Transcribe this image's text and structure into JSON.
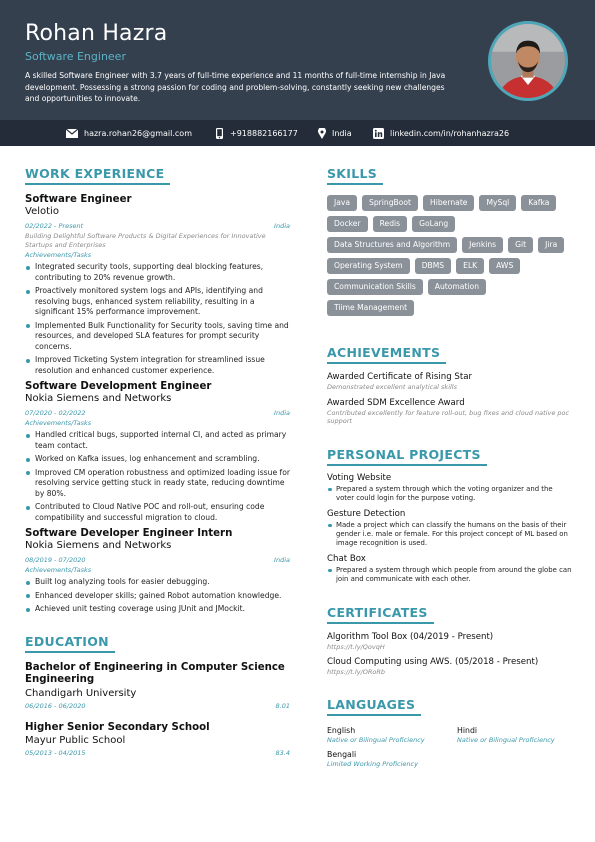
{
  "header": {
    "name": "Rohan Hazra",
    "role": "Software Engineer",
    "summary": "A skilled Software Engineer with 3.7 years of full-time experience and 11 months of full-time internship in Java development. Possessing a strong passion for coding and problem-solving, constantly seeking new challenges and opportunities to innovate."
  },
  "contact": {
    "email": "hazra.rohan26@gmail.com",
    "phone": "+918882166177",
    "location": "India",
    "linkedin": "linkedin.com/in/rohanhazra26"
  },
  "sections": {
    "work": "WORK EXPERIENCE",
    "education": "EDUCATION",
    "skills": "SKILLS",
    "achievements": "ACHIEVEMENTS",
    "projects": "PERSONAL PROJECTS",
    "certificates": "CERTIFICATES",
    "languages": "LANGUAGES"
  },
  "work": [
    {
      "title": "Software Engineer",
      "company": "Velotio",
      "dates": "02/2022 - Present",
      "location": "India",
      "description": "Building Delightful Software Products & Digital Experiences for Innovative Startups and Enterprises",
      "tasks_label": "Achievements/Tasks",
      "bullets": [
        "Integrated security tools, supporting deal blocking features, contributing to 20% revenue growth.",
        "Proactively monitored system logs and APIs, identifying and resolving bugs, enhanced system reliability, resulting in a significant 15% performance improvement.",
        "Implemented Bulk Functionality for Security tools, saving time and resources, and developed SLA features for prompt security concerns.",
        "Improved Ticketing System integration for streamlined issue resolution and enhanced customer experience."
      ]
    },
    {
      "title": "Software Development Engineer",
      "company": "Nokia Siemens and Networks",
      "dates": "07/2020 - 02/2022",
      "location": "India",
      "tasks_label": "Achievements/Tasks",
      "bullets": [
        "Handled critical bugs, supported internal CI, and acted as primary team contact.",
        "Worked on Kafka issues, log enhancement and scrambling.",
        "Improved CM operation robustness and optimized loading issue for resolving service getting stuck in ready state, reducing downtime by 80%.",
        "Contributed to Cloud Native POC and roll-out, ensuring code compatibility and successful migration to cloud."
      ]
    },
    {
      "title": "Software Developer Engineer Intern",
      "company": "Nokia Siemens and Networks",
      "dates": "08/2019 - 07/2020",
      "location": "India",
      "tasks_label": "Achievements/Tasks",
      "bullets": [
        "Built log analyzing tools for easier debugging.",
        "Enhanced developer skills; gained Robot automation knowledge.",
        "Achieved unit testing coverage using JUnit and JMockit."
      ]
    }
  ],
  "education": [
    {
      "degree": "Bachelor of Engineering in Computer Science Engineering",
      "school": "Chandigarh University",
      "dates": "06/2016 - 06/2020",
      "score": "8.01"
    },
    {
      "degree": "Higher Senior Secondary School",
      "school": "Mayur Public School",
      "dates": "05/2013 - 04/2015",
      "score": "83.4"
    }
  ],
  "skills": [
    "Java",
    "SpringBoot",
    "Hibernate",
    "MySql",
    "Kafka",
    "Docker",
    "Redis",
    "GoLang",
    "Data Structures and Algorithm",
    "Jenkins",
    "Git",
    "Jira",
    "Operating System",
    "DBMS",
    "ELK",
    "AWS",
    "Communication Skills",
    "Automation",
    "Tiime Management"
  ],
  "achievements": [
    {
      "title": "Awarded Certificate of Rising Star",
      "desc": "Demonstrated excellent analytical skills"
    },
    {
      "title": "Awarded SDM Excellence Award",
      "desc": "Contributed excellently for feature roll-out, bug fixes and cloud native poc support"
    }
  ],
  "projects": [
    {
      "title": "Voting Website",
      "desc": "Prepared a system through which the voting organizer and the voter could login for the purpose voting."
    },
    {
      "title": "Gesture Detection",
      "desc": "Made a project which can classify the humans on the basis of their gender i.e. male or female. For this project concept of ML based on image recognition is used."
    },
    {
      "title": "Chat Box",
      "desc": "Prepared a system through which people from around the globe can join and communicate with each other."
    }
  ],
  "certificates": [
    {
      "title": "Algorithm Tool Box (04/2019 - Present)",
      "url": "https://t.ly/QovqH"
    },
    {
      "title": "Cloud Computing using AWS. (05/2018 - Present)",
      "url": "https://t.ly/ORoRb"
    }
  ],
  "languages": [
    {
      "name": "English",
      "level": "Native or Bilingual Proficiency"
    },
    {
      "name": "Hindi",
      "level": "Native or Bilingual Proficiency"
    },
    {
      "name": "Bengali",
      "level": "Limited Working Proficiency"
    }
  ],
  "colors": {
    "header_bg": "#35404f",
    "contact_bg": "#232c38",
    "accent": "#3a98ab",
    "tag_bg": "#8a9199"
  },
  "icons": [
    "envelope-icon",
    "phone-icon",
    "location-pin-icon",
    "linkedin-icon"
  ]
}
